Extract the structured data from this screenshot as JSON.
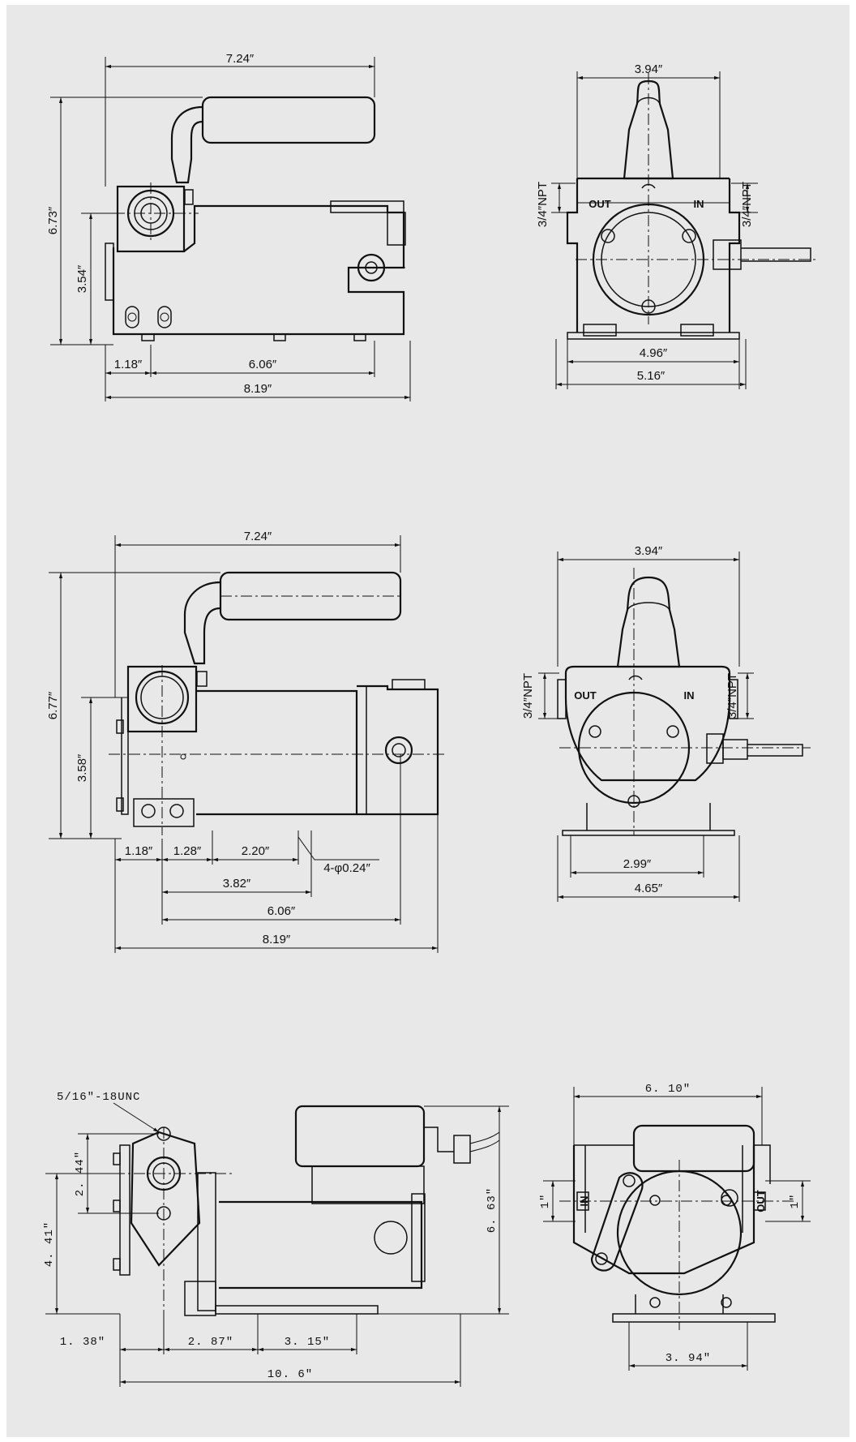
{
  "colors": {
    "background": "#ffffff",
    "panel": "#e8e8e8",
    "ink": "#111111"
  },
  "views": {
    "v1_side": {
      "dims": {
        "width_top": "7.24″",
        "height": "6.73″",
        "port_height": "3.54″",
        "offset": "1.18″",
        "mount": "6.06″",
        "overall": "8.19″"
      }
    },
    "v1_front": {
      "dims": {
        "top": "3.94″",
        "npt_left": "3/4″NPT",
        "npt_right": "3/4″NPT",
        "base_inner": "4.96″",
        "base_outer": "5.16″"
      },
      "labels": {
        "out": "OUT",
        "in": "IN"
      }
    },
    "v2_side": {
      "dims": {
        "width_top": "7.24″",
        "height": "6.77″",
        "port_height": "3.58″",
        "offset": "1.18″",
        "a": "1.28″",
        "b": "2.20″",
        "holes": "4-φ0.24″",
        "c": "3.82″",
        "mount": "6.06″",
        "overall": "8.19″"
      }
    },
    "v2_front": {
      "dims": {
        "top": "3.94″",
        "npt_left": "3/4″NPT",
        "npt_right": "3/4″NPT",
        "base_inner": "2.99″",
        "base_outer": "4.65″"
      },
      "labels": {
        "out": "OUT",
        "in": "IN"
      }
    },
    "v3_side": {
      "dims": {
        "thread": "5/16″-18UNC",
        "flange": "2. 44″",
        "port_height": "4. 41″",
        "height": "6. 63″",
        "a": "1. 38″",
        "b": "2. 87″",
        "c": "3. 15″",
        "overall": "10. 6″"
      }
    },
    "v3_front": {
      "dims": {
        "top": "6. 10″",
        "left": "1″",
        "right": "1″",
        "base": "3. 94″"
      },
      "labels": {
        "in": "IN",
        "out": "OUT"
      }
    }
  }
}
